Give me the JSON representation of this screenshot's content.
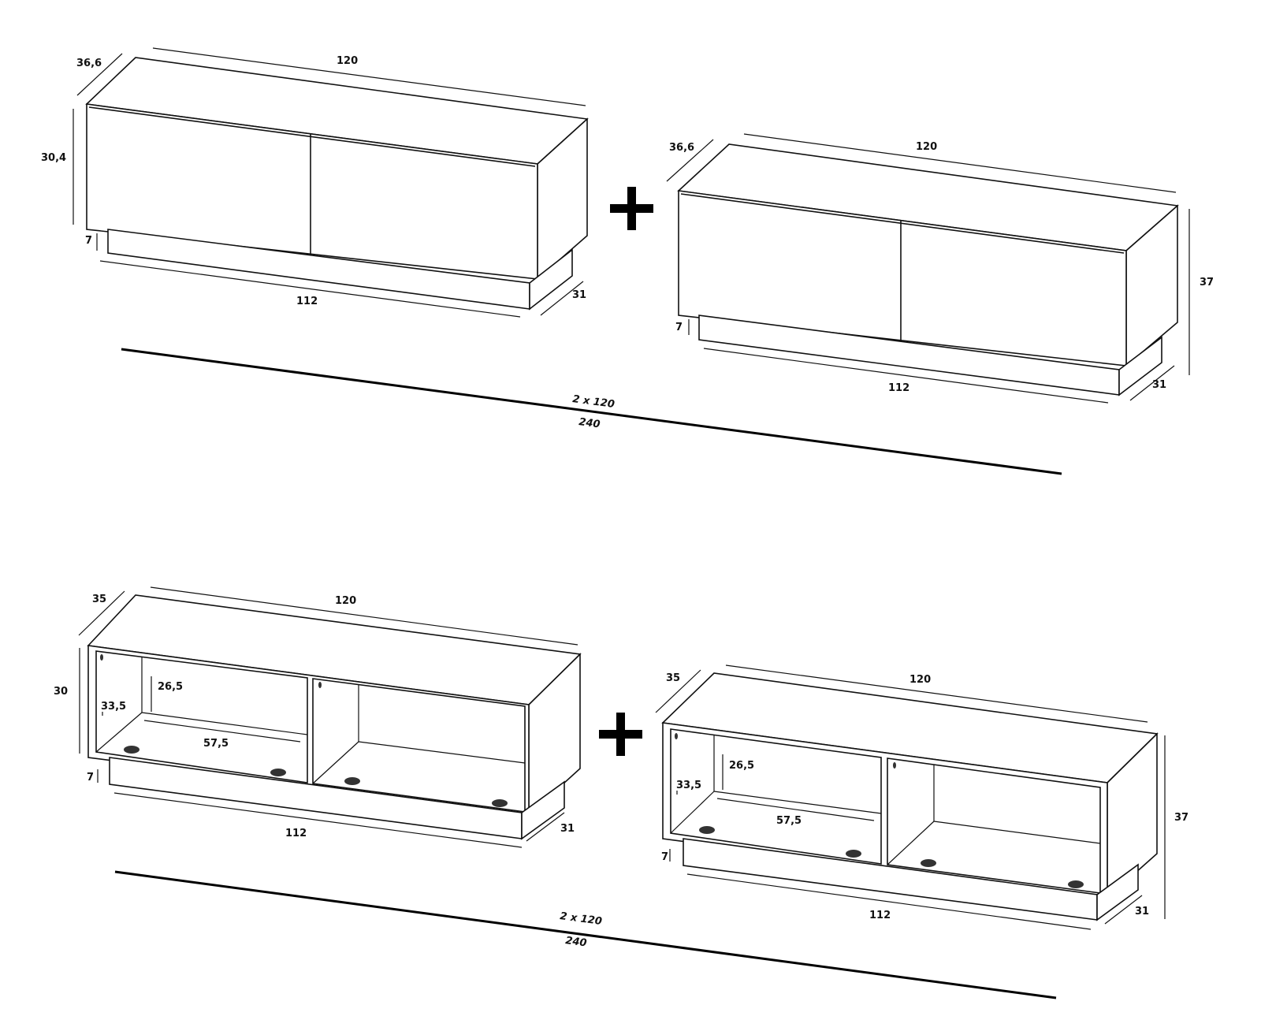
{
  "top_row": {
    "cabinet_left": {
      "depth": "36,6",
      "width": "120",
      "height": "30,4",
      "plinth_h": "7",
      "plinth_w": "112",
      "plinth_d": "31"
    },
    "cabinet_right": {
      "depth": "36,6",
      "width": "120",
      "height": "37",
      "plinth_h": "7",
      "plinth_w": "112",
      "plinth_d": "31"
    },
    "total_multi": "2 x 120",
    "total": "240"
  },
  "bottom_row": {
    "cabinet_left": {
      "depth": "35",
      "width": "120",
      "height": "30",
      "inner_h": "26,5",
      "inner_d": "33,5",
      "inner_w": "57,5",
      "plinth_h": "7",
      "plinth_w": "112",
      "plinth_d": "31"
    },
    "cabinet_right": {
      "depth": "35",
      "width": "120",
      "height": "37",
      "inner_h": "26,5",
      "inner_d": "33,5",
      "inner_w": "57,5",
      "plinth_h": "7",
      "plinth_w": "112",
      "plinth_d": "31"
    },
    "total_multi": "2 x 120",
    "total": "240"
  },
  "icons": {
    "plus": "plus-icon",
    "hinge": "hinge-icon"
  }
}
